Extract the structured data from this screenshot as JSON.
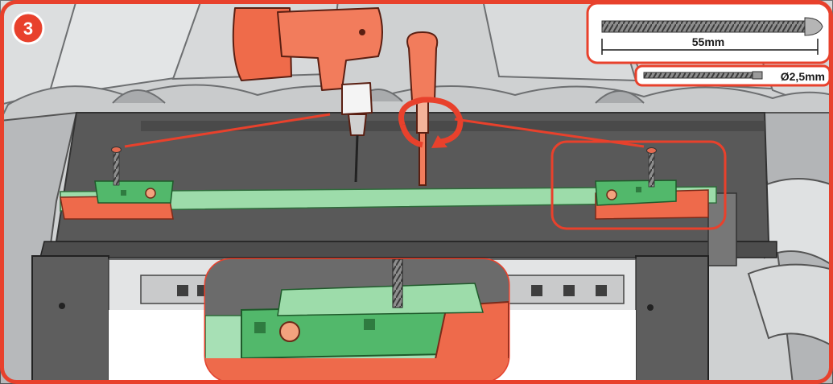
{
  "step": {
    "number": "3"
  },
  "specs": {
    "screw_length": "55mm",
    "drill_diameter": "Ø2,5mm"
  },
  "colors": {
    "frame": "#e8412c",
    "bracket": "#52b86b",
    "end_cap": "#ee6a4b",
    "lintel": "#595959",
    "tile": "#d4d6d7"
  }
}
